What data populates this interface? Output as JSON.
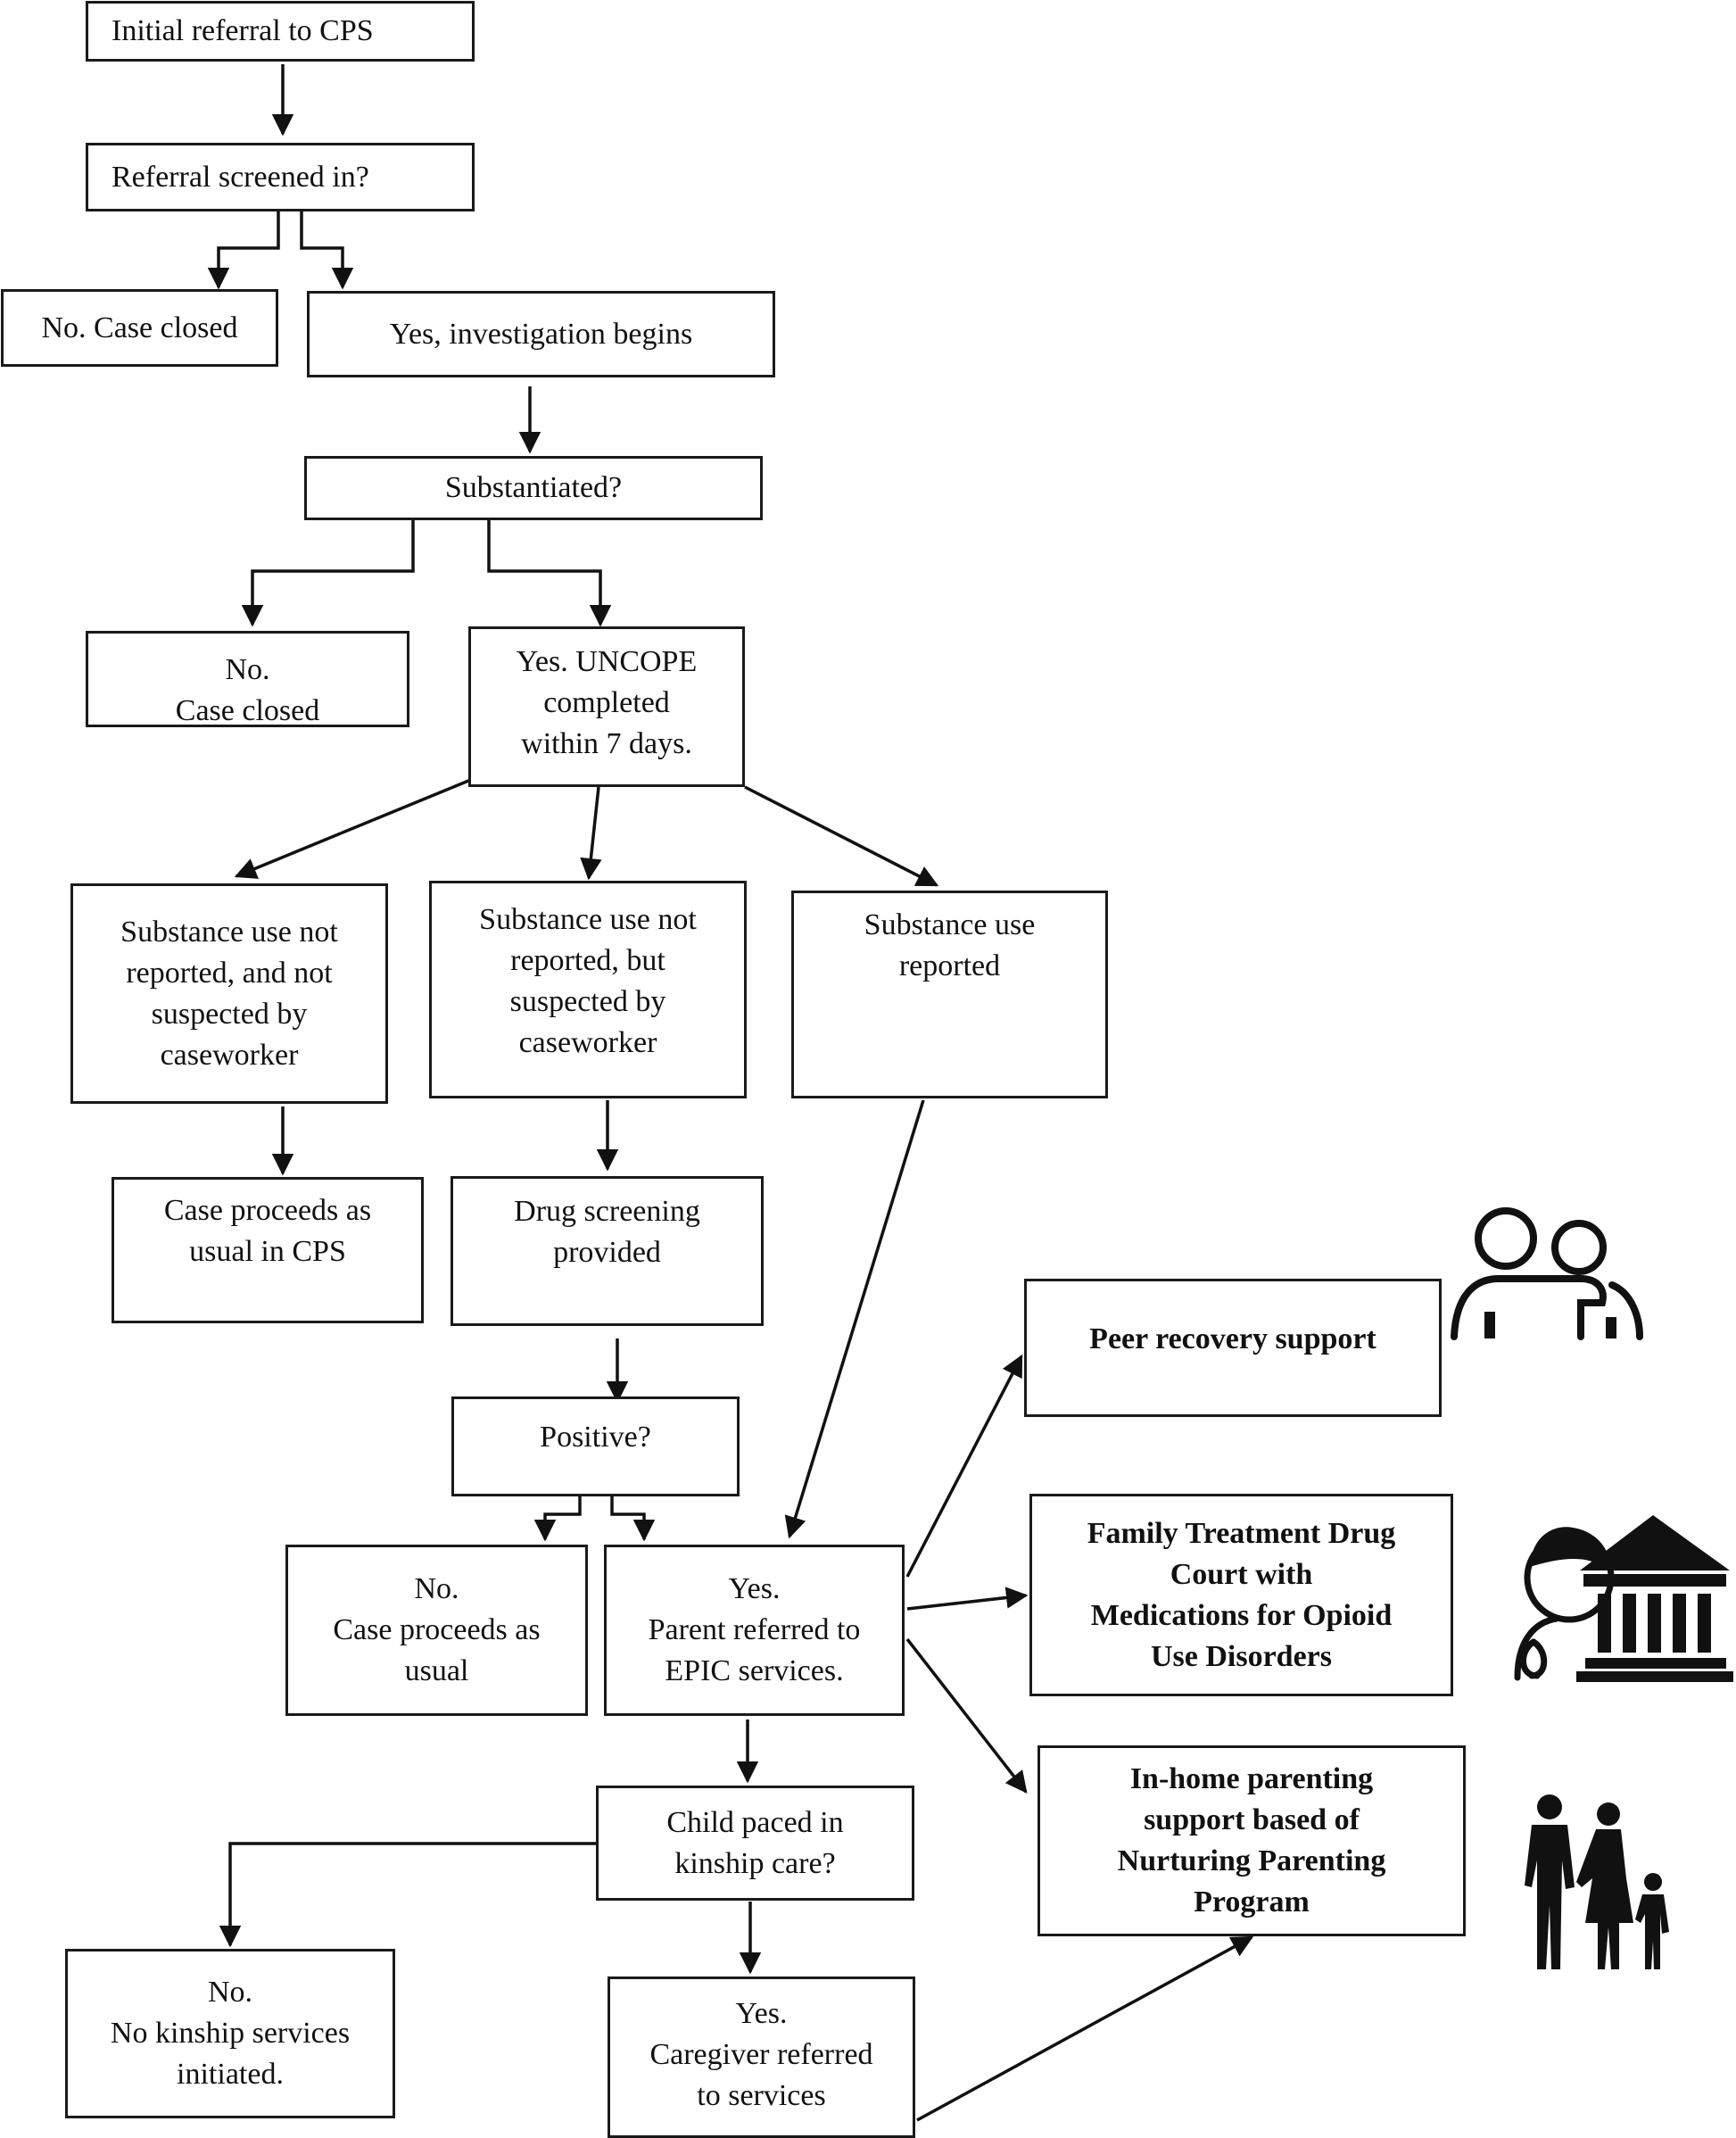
{
  "nodes": {
    "initial_referral": [
      "Initial referral to CPS"
    ],
    "screened": [
      "Referral screened in?"
    ],
    "screen_no": [
      "No.  Case closed"
    ],
    "screen_yes": [
      "Yes, investigation begins"
    ],
    "substantiated": [
      "Substantiated?"
    ],
    "subst_no": [
      "No.",
      "Case closed"
    ],
    "subst_yes": [
      "Yes.  UNCOPE",
      "completed",
      "within 7 days."
    ],
    "not_reported_not_suspected": [
      "Substance use not",
      "reported, and not",
      "suspected by",
      "caseworker"
    ],
    "not_reported_suspected": [
      "Substance use not",
      "reported, but",
      "suspected by",
      "caseworker"
    ],
    "reported": [
      "Substance use",
      "reported"
    ],
    "proceeds_cps": [
      "Case proceeds as",
      "usual in CPS"
    ],
    "drug_screening": [
      "Drug screening",
      "provided"
    ],
    "positive": [
      "Positive?"
    ],
    "positive_no": [
      "No.",
      "Case proceeds as",
      "usual"
    ],
    "positive_yes": [
      "Yes.",
      "Parent referred to",
      "EPIC services."
    ],
    "peer_support": [
      "Peer recovery support"
    ],
    "drug_court": [
      "Family Treatment Drug",
      "Court with",
      "Medications for Opioid",
      "Use Disorders"
    ],
    "parenting": [
      "In-home parenting",
      "support based of",
      "Nurturing Parenting",
      "Program"
    ],
    "kinship": [
      "Child paced in",
      "kinship care?"
    ],
    "kinship_no": [
      "No.",
      "No kinship services",
      "initiated."
    ],
    "kinship_yes": [
      "Yes.",
      "Caregiver referred",
      "to services"
    ]
  },
  "icons": [
    "peer-support-icon",
    "doctor-courthouse-icon",
    "family-silhouette-icon"
  ]
}
